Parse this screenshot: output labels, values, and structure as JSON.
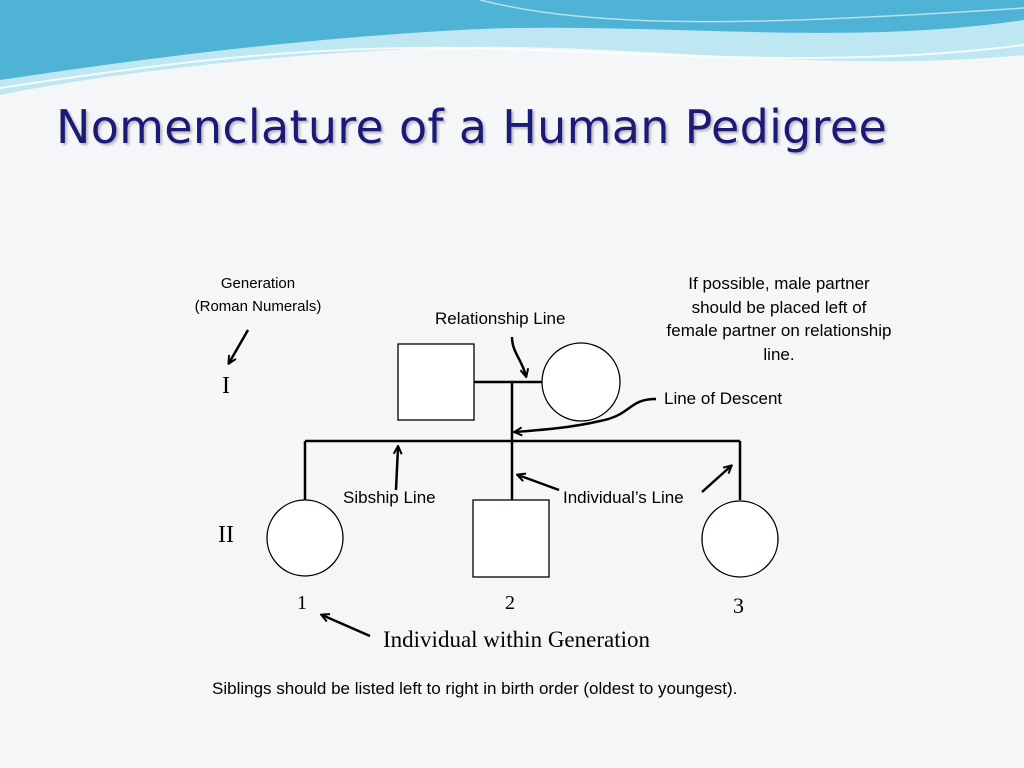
{
  "slide": {
    "title": "Nomenclature of a Human Pedigree",
    "colors": {
      "title": "#1c1a78",
      "wave_dark": "#4fb3d6",
      "wave_light": "#bfe7f2",
      "background": "#f5f6f7"
    }
  },
  "labels": {
    "generation_line1": "Generation",
    "generation_line2": "(Roman Numerals)",
    "gen_I": "I",
    "gen_II": "II",
    "relationship_line": "Relationship Line",
    "male_note": [
      "If possible, male partner",
      "should be placed left of",
      "female partner on relationship",
      "line."
    ],
    "line_of_descent": "Line of Descent",
    "sibship_line": "Sibship Line",
    "individuals_line": "Individual’s Line",
    "individual_numbers": [
      "1",
      "2",
      "3"
    ],
    "individual_within_generation": "Individual within Generation",
    "siblings_note": "Siblings should be listed left to right in birth order (oldest to youngest)."
  },
  "pedigree": {
    "generation_I": [
      {
        "sex": "male",
        "shape": "square"
      },
      {
        "sex": "female",
        "shape": "circle"
      }
    ],
    "generation_II": [
      {
        "number": "1",
        "sex": "female",
        "shape": "circle"
      },
      {
        "number": "2",
        "sex": "male",
        "shape": "square"
      },
      {
        "number": "3",
        "sex": "female",
        "shape": "circle"
      }
    ]
  }
}
